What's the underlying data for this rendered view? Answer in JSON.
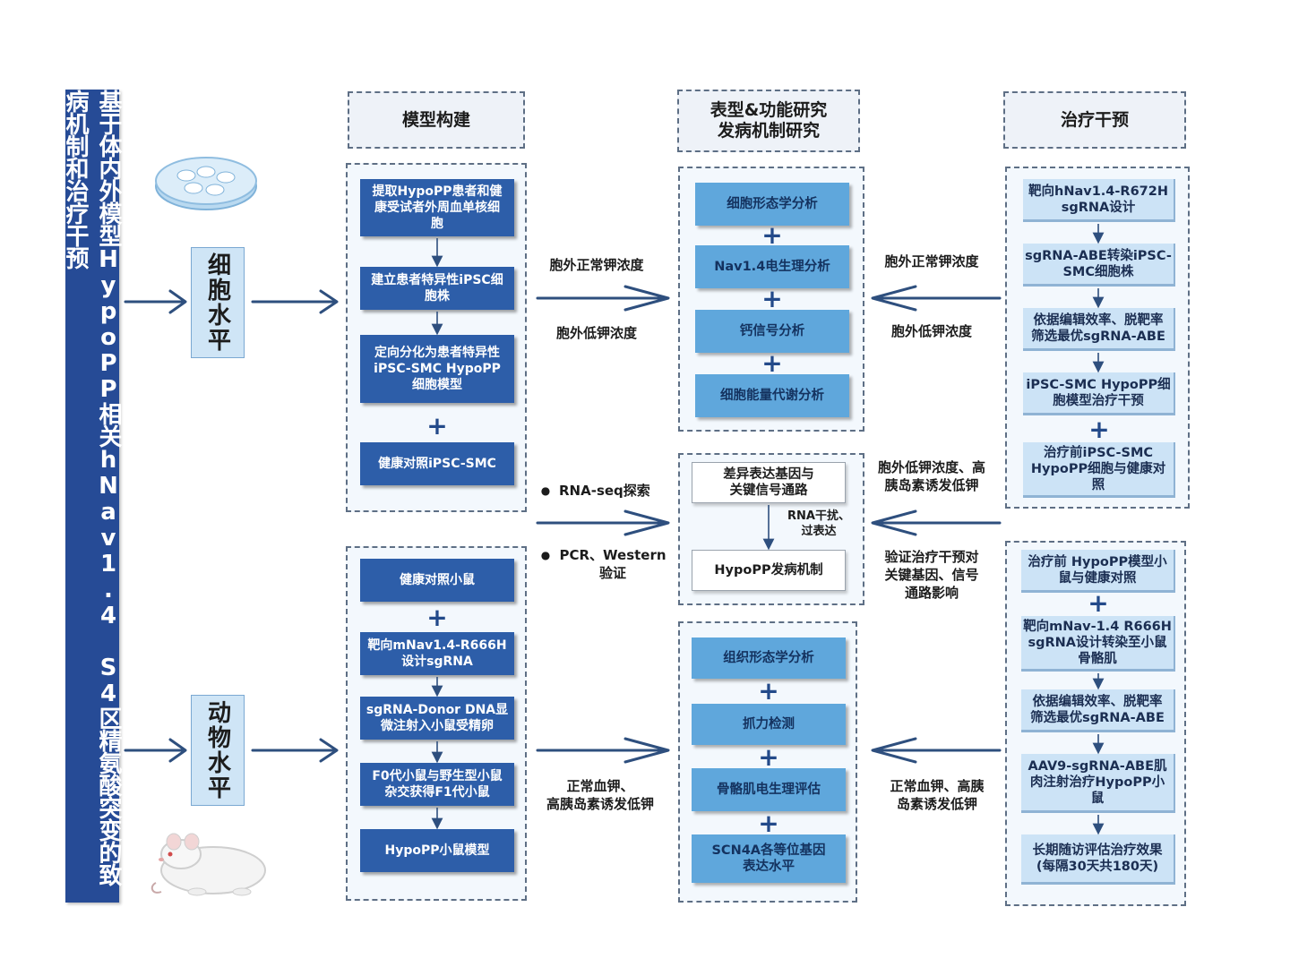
{
  "title": "基于体内外模型HypoPP相关hNav1.4 S4区精氨酸突变的致病机制和治疗干预",
  "levels": {
    "cell": "细胞水平",
    "animal": "动物水平"
  },
  "headers": {
    "model": "模型构建",
    "study": "表型&功能研究\n发病机制研究",
    "treatment": "治疗干预"
  },
  "model_cell": [
    "提取HypoPP患者和健\n康受试者外周血单核细\n胞",
    "建立患者特异性iPSC细\n胞株",
    "定向分化为患者特异性\niPSC-SMC HypoPP\n细胞模型",
    "健康对照iPSC-SMC"
  ],
  "model_animal": [
    "健康对照小鼠",
    "靶向mNav1.4-R666H\n设计sgRNA",
    "sgRNA-Donor DNA显\n微注射入小鼠受精卵",
    "F0代小鼠与野生型小鼠\n杂交获得F1代小鼠",
    "HypoPP小鼠模型"
  ],
  "study_cell": [
    "细胞形态学分析",
    "Nav1.4电生理分析",
    "钙信号分析",
    "细胞能量代谢分析"
  ],
  "mechanism": {
    "top": "差异表达基因与\n关键信号通路",
    "mid": "RNA干扰、\n过表达",
    "bottom": "HypoPP发病机制"
  },
  "study_animal": [
    "组织形态学分析",
    "抓力检测",
    "骨骼肌电生理评估",
    "SCN4A各等位基因\n表达水平"
  ],
  "treat_cell": [
    "靶向hNav1.4-R672H\nsgRNA设计",
    "sgRNA-ABE转染iPSC-\nSMC细胞株",
    "依据编辑效率、脱靶率\n筛选最优sgRNA-ABE",
    "iPSC-SMC HypoPP细\n胞模型治疗干预",
    "治疗前iPSC-SMC\nHypoPP细胞与健康对\n照"
  ],
  "treat_animal": [
    "治疗前 HypoPP模型小\n鼠与健康对照",
    "靶向mNav-1.4 R666H\nsgRNA设计转染至小鼠\n骨骼肌",
    "依据编辑效率、脱靶率\n筛选最优sgRNA-ABE",
    "AAV9-sgRNA-ABE肌\n肉注射治疗HypoPP小\n鼠",
    "长期随访评估治疗效果\n(每隔30天共180天)"
  ],
  "labels": {
    "left_top_1": "胞外正常钾浓度",
    "left_top_2": "胞外低钾浓度",
    "left_mid_1": "RNA-seq探索",
    "left_mid_2": "PCR、Western\n验证",
    "left_bot": "正常血钾、\n高胰岛素诱发低钾",
    "right_top_1": "胞外正常钾浓度",
    "right_top_2": "胞外低钾浓度",
    "right_mid_1": "胞外低钾浓度、高\n胰岛素诱发低钾",
    "right_mid_2": "验证治疗干预对\n关键基因、信号\n通路影响",
    "right_bot": "正常血钾、高胰\n岛素诱发低钾"
  },
  "plus_sign": "+",
  "bullet": "●",
  "colors": {
    "side_bar": "#264b96",
    "dark_box": "#2d5ea9",
    "mid_box": "#5fa7dc",
    "light_box": "#cce3f6",
    "arrow": "#2e4f7e"
  }
}
